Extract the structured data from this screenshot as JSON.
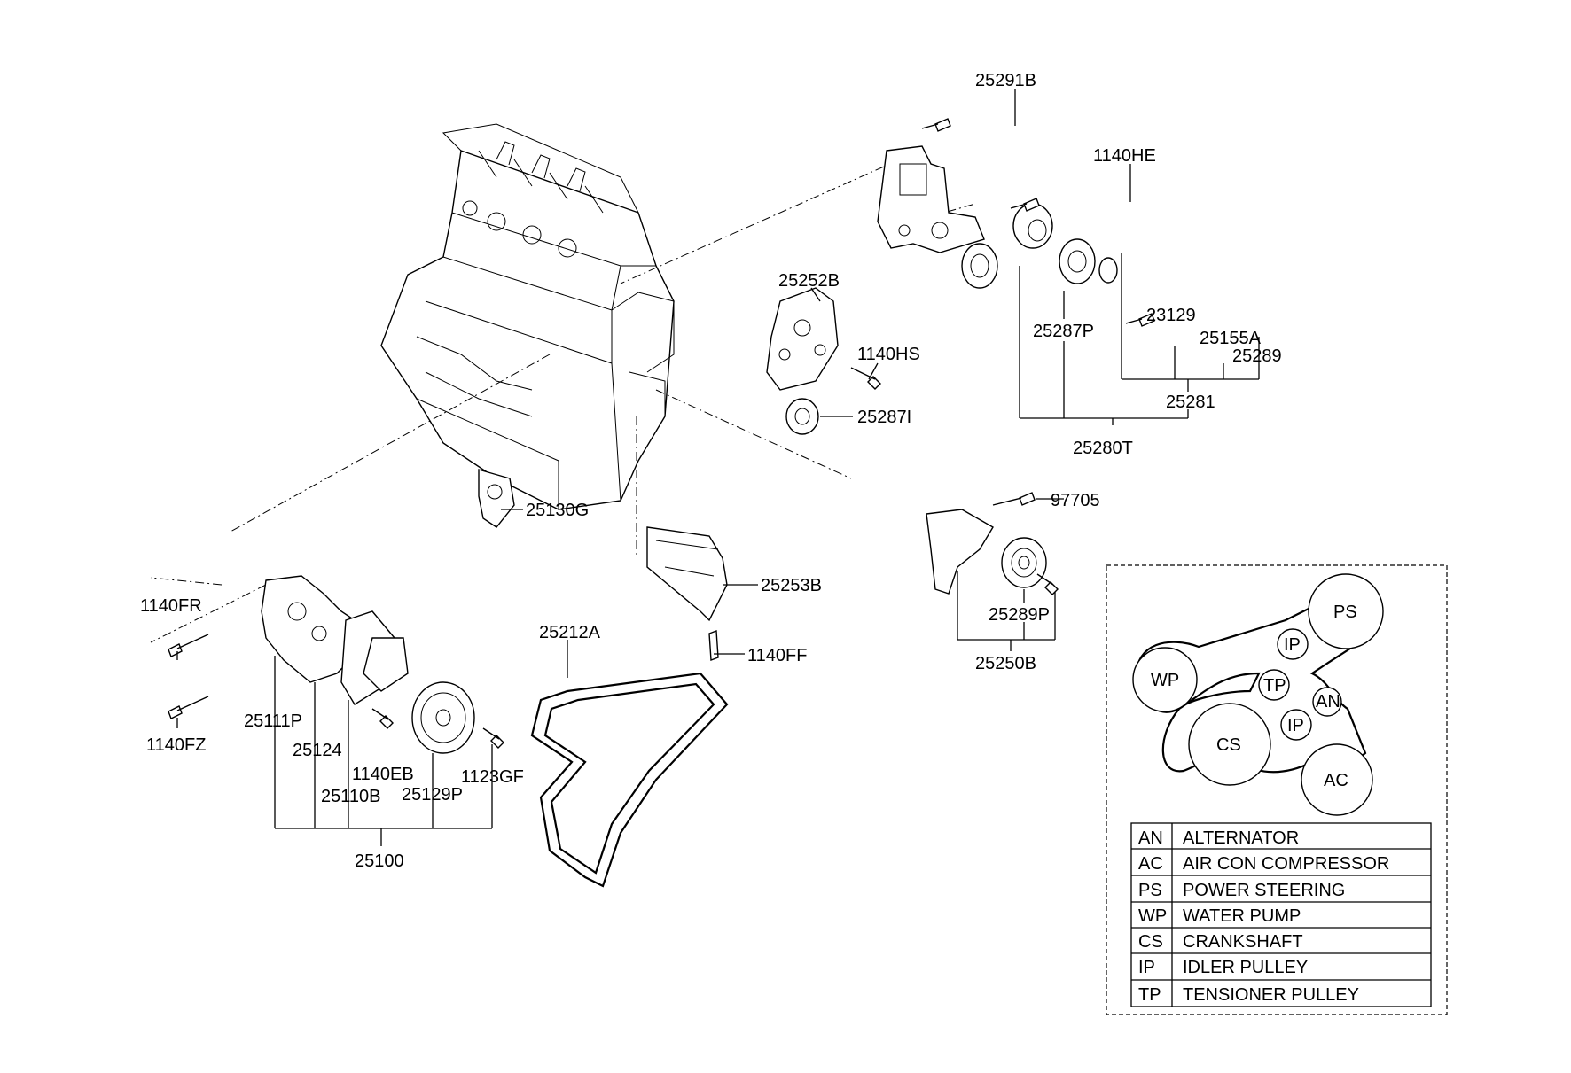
{
  "parts": {
    "p25291B": "25291B",
    "p1140HE": "1140HE",
    "p25252B": "25252B",
    "p1140HS": "1140HS",
    "p25287I": "25287I",
    "p23129": "23129",
    "p25155A": "25155A",
    "p25287P": "25287P",
    "p25289": "25289",
    "p25281": "25281",
    "p25280T": "25280T",
    "p97705": "97705",
    "p25130G": "25130G",
    "p25253B": "25253B",
    "p25289P": "25289P",
    "p25250B": "25250B",
    "p1140FR": "1140FR",
    "p25212A": "25212A",
    "p1140FF": "1140FF",
    "p1140FZ": "1140FZ",
    "p25111P": "25111P",
    "p25124": "25124",
    "p1140EB": "1140EB",
    "p1123GF": "1123GF",
    "p25110B": "25110B",
    "p25129P": "25129P",
    "p25100": "25100"
  },
  "belt_diagram": {
    "pulleys": {
      "PS": "PS",
      "IP1": "IP",
      "WP": "WP",
      "TP": "TP",
      "AN": "AN",
      "IP2": "IP",
      "CS": "CS",
      "AC": "AC"
    },
    "legend": [
      {
        "code": "AN",
        "name": "ALTERNATOR"
      },
      {
        "code": "AC",
        "name": "AIR CON COMPRESSOR"
      },
      {
        "code": "PS",
        "name": "POWER STEERING"
      },
      {
        "code": "WP",
        "name": "WATER PUMP"
      },
      {
        "code": "CS",
        "name": "CRANKSHAFT"
      },
      {
        "code": "IP",
        "name": "IDLER PULLEY"
      },
      {
        "code": "TP",
        "name": "TENSIONER PULLEY"
      }
    ]
  }
}
